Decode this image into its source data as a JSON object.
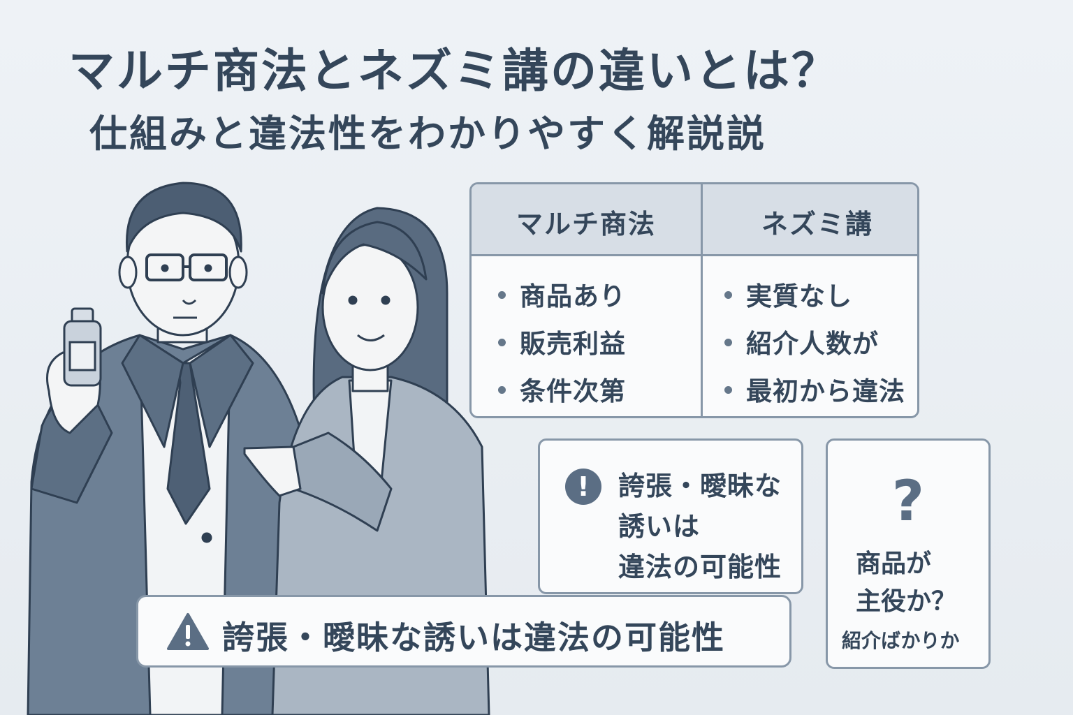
{
  "title": "マルチ商法とネズミ講の違いとは？",
  "subtitle": "仕組みと違法性をわかりやすく解説説",
  "compare_table": {
    "left": {
      "header": "マルチ商法",
      "items": [
        "商品あり",
        "販売利益",
        "条件次第"
      ]
    },
    "right": {
      "header": "ネズミ講",
      "items": [
        "実質なし",
        "紹介人数が",
        "最初から違法"
      ]
    }
  },
  "warning_card": {
    "icon": "exclamation-icon",
    "lines": [
      "誇張・曖昧な",
      "誘いは",
      "違法の可能性"
    ]
  },
  "question_card": {
    "icon": "question-icon",
    "mark": "?",
    "lines": [
      "商品が",
      "主役か？"
    ],
    "sub": "紹介ばかりか"
  },
  "banner": {
    "icon": "warning-triangle-icon",
    "text": "誇張・曖昧な誘いは違法の可能性"
  },
  "colors": {
    "background": "#e9eef3",
    "text": "#34465a",
    "accent": "#5b6e84",
    "border": "#8797a8"
  }
}
